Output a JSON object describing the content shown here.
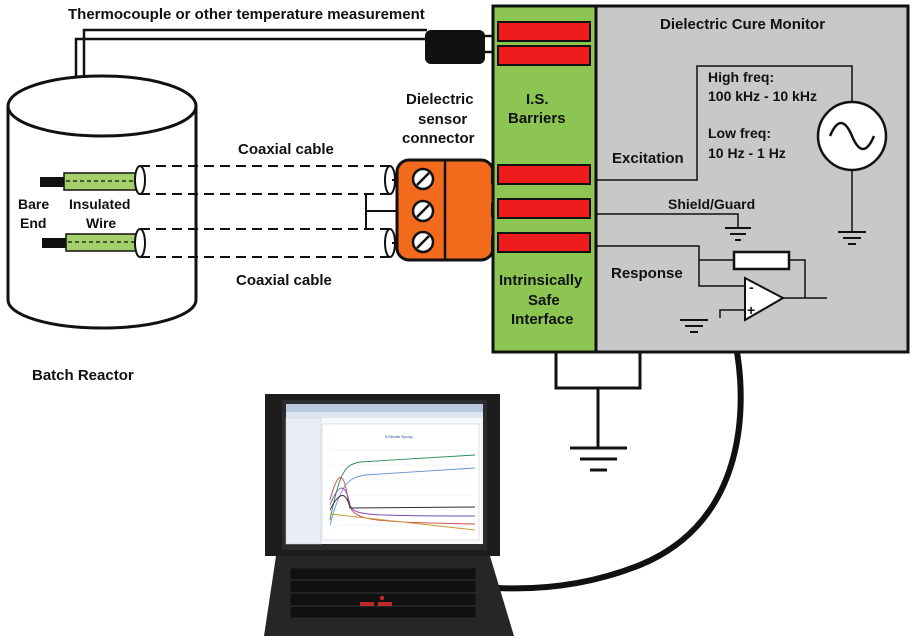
{
  "labels": {
    "thermocouple": "Thermocouple or other temperature measurement",
    "monitor_title": "Dielectric Cure Monitor",
    "high_freq_line1": "High freq:",
    "high_freq_line2": "100 kHz - 10 kHz",
    "low_freq_line1": "Low freq:",
    "low_freq_line2": "10 Hz - 1 Hz",
    "excitation": "Excitation",
    "shield_guard": "Shield/Guard",
    "response": "Response",
    "is_barriers_1": "I.S.",
    "is_barriers_2": "Barriers",
    "safe_1": "Intrinsically",
    "safe_2": "Safe",
    "safe_3": "Interface",
    "sensor_connector_1": "Dielectric",
    "sensor_connector_2": "sensor",
    "sensor_connector_3": "connector",
    "coax_top": "Coaxial cable",
    "coax_bottom": "Coaxial cable",
    "bare_1": "Bare",
    "bare_2": "End",
    "insulated_1": "Insulated",
    "insulated_2": "Wire",
    "batch_reactor": "Batch Reactor",
    "opamp_minus": "-",
    "opamp_plus": "+",
    "screen_chart_title": "5 Minute Epoxy"
  },
  "colors": {
    "barrier_panel": "#8dc553",
    "monitor_panel": "#c8c8c8",
    "barrier_red": "#ee1c1c",
    "connector_orange": "#f26b1d",
    "wire_green": "#a4cf6a",
    "laptop_body": "#1c1c1c",
    "screen_bg": "#f6f8fb"
  },
  "icons": {
    "source": "sine-wave-source-icon",
    "ground": "ground-symbol-icon",
    "opamp": "op-amp-icon",
    "resistor": "resistor-icon"
  }
}
